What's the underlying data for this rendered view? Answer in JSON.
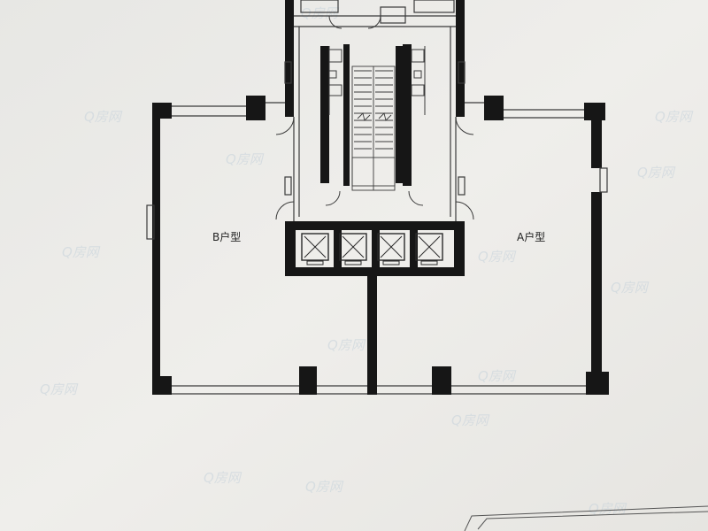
{
  "floor_plan": {
    "units": [
      {
        "id": "B",
        "label": "B户型"
      },
      {
        "id": "A",
        "label": "A户型"
      }
    ],
    "elevator_count": 4,
    "watermark_text": "Q房网",
    "colors": {
      "paper": "#ecebe8",
      "wall": "#161616",
      "line": "#3a3a3a",
      "watermark": "#c9d4dc"
    }
  }
}
